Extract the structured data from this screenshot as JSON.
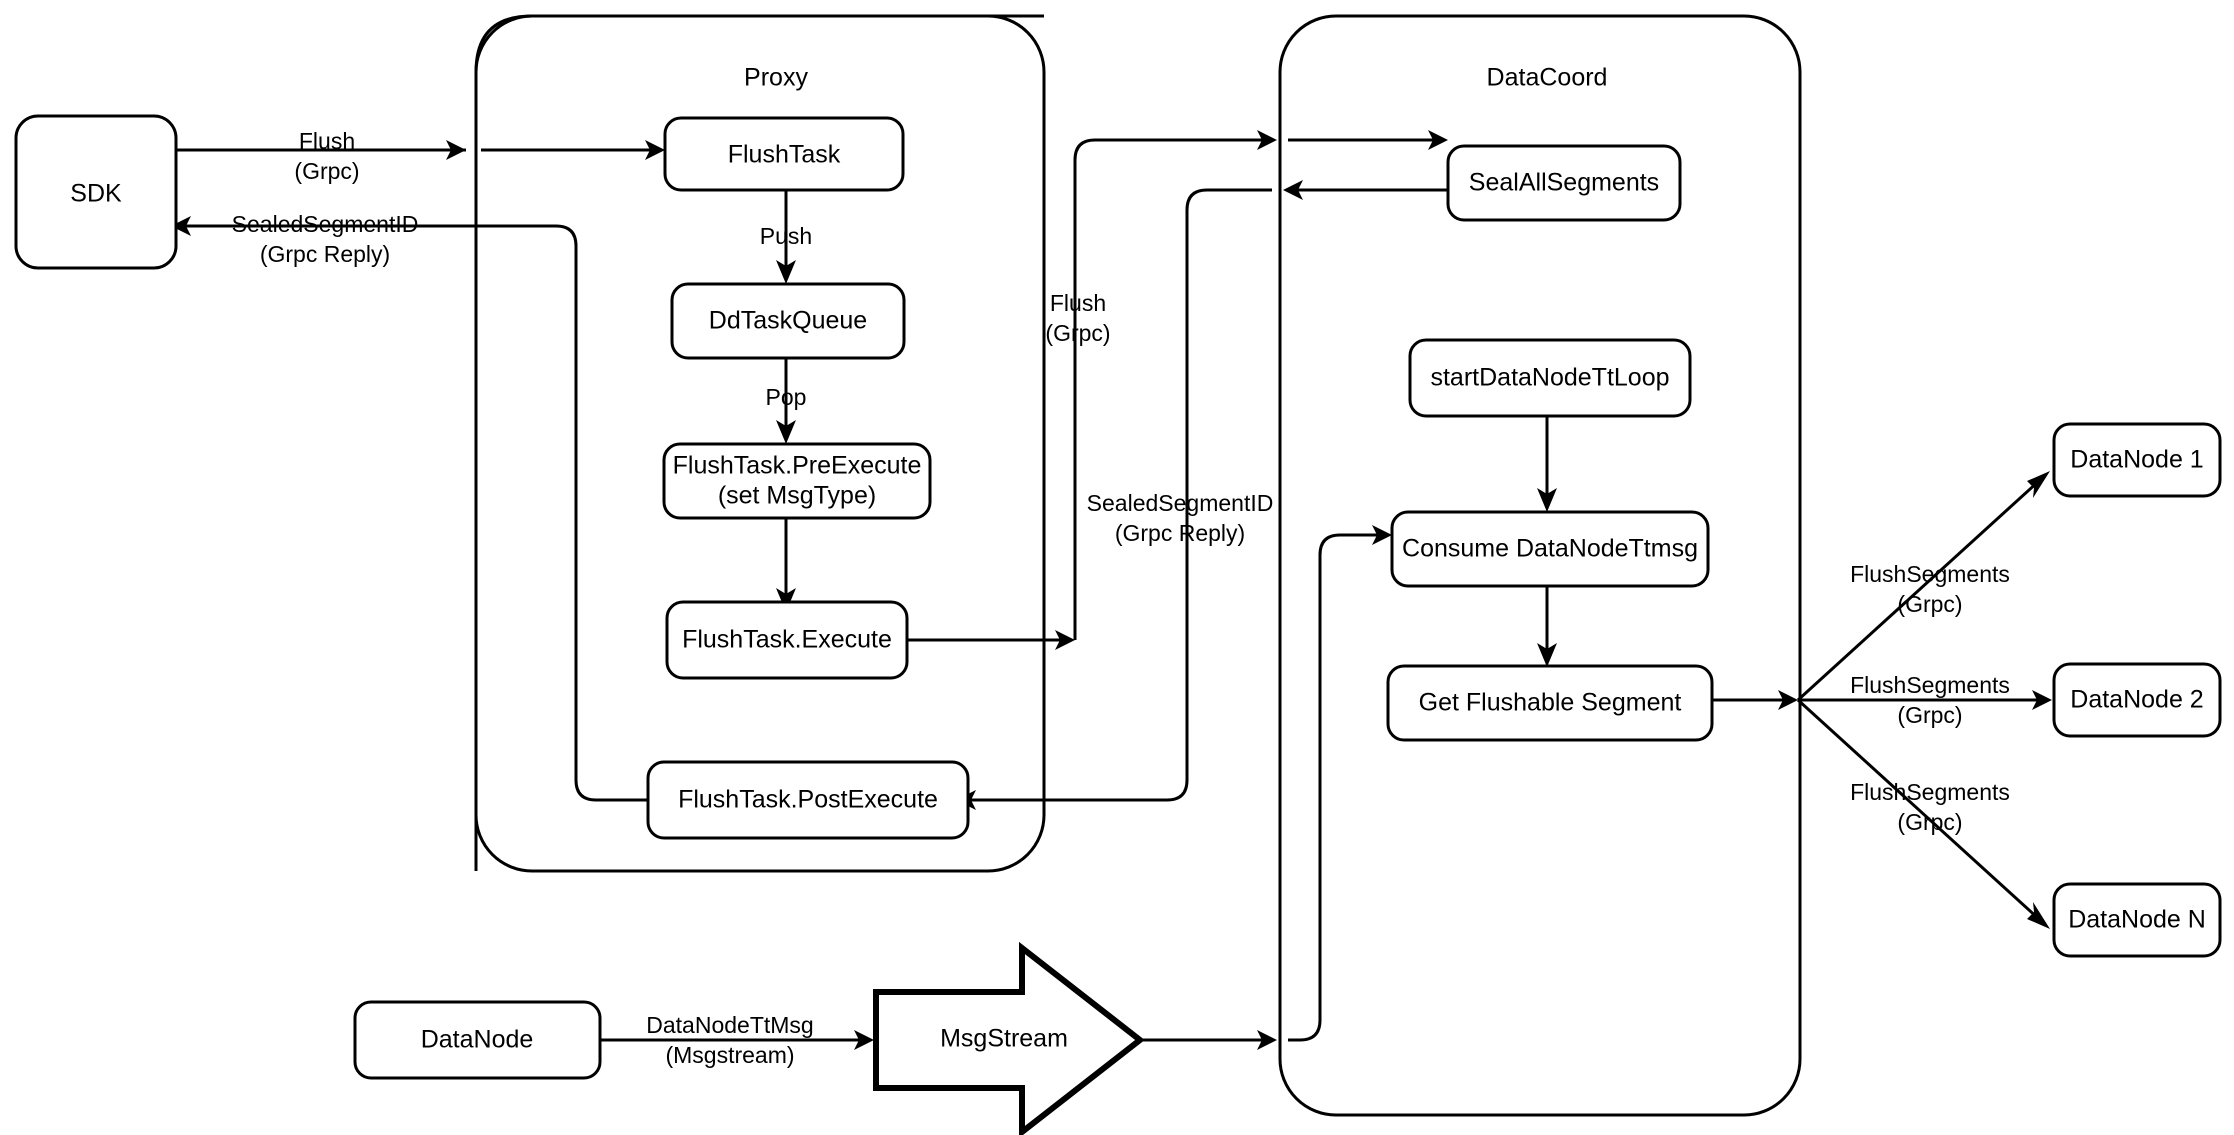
{
  "diagram": {
    "title": "Milvus Flush Sequence Flow",
    "background_color": "#ffffff",
    "stroke_color": "#000000",
    "containers": [
      {
        "id": "proxy",
        "label": "Proxy"
      },
      {
        "id": "datacoord",
        "label": "DataCoord"
      }
    ],
    "nodes": [
      {
        "id": "sdk",
        "label": "SDK"
      },
      {
        "id": "flushtask",
        "label": "FlushTask"
      },
      {
        "id": "ddtaskqueue",
        "label": "DdTaskQueue"
      },
      {
        "id": "preexecute_line1",
        "label": "FlushTask.PreExecute"
      },
      {
        "id": "preexecute_line2",
        "label": "(set MsgType)"
      },
      {
        "id": "execute",
        "label": "FlushTask.Execute"
      },
      {
        "id": "postexecute",
        "label": "FlushTask.PostExecute"
      },
      {
        "id": "sealallsegments",
        "label": "SealAllSegments"
      },
      {
        "id": "startdatanodettloop",
        "label": "startDataNodeTtLoop"
      },
      {
        "id": "consumedatanodettmsg",
        "label": "Consume DataNodeTtmsg"
      },
      {
        "id": "getflushablesegment",
        "label": "Get Flushable Segment"
      },
      {
        "id": "datanode1",
        "label": "DataNode 1"
      },
      {
        "id": "datanode2",
        "label": "DataNode 2"
      },
      {
        "id": "datanoden",
        "label": "DataNode N"
      },
      {
        "id": "datanode_bottom",
        "label": "DataNode"
      },
      {
        "id": "msgstream",
        "label": "MsgStream"
      }
    ],
    "edge_labels": [
      {
        "id": "flush_grpc_sdk",
        "line1": "Flush",
        "line2": "(Grpc)"
      },
      {
        "id": "sealedsegmentid_sdk",
        "line1": "SealedSegmentID",
        "line2": "(Grpc Reply)"
      },
      {
        "id": "push",
        "line1": "Push",
        "line2": ""
      },
      {
        "id": "pop",
        "line1": "Pop",
        "line2": ""
      },
      {
        "id": "flush_grpc_mid",
        "line1": "Flush",
        "line2": "(Grpc)"
      },
      {
        "id": "sealedsegmentid_mid",
        "line1": "SealedSegmentID",
        "line2": "(Grpc Reply)"
      },
      {
        "id": "flushsegments_1",
        "line1": "FlushSegments",
        "line2": "(Grpc)"
      },
      {
        "id": "flushsegments_2",
        "line1": "FlushSegments",
        "line2": "(Grpc)"
      },
      {
        "id": "flushsegments_n",
        "line1": "FlushSegments",
        "line2": "(Grpc)"
      },
      {
        "id": "datanodettmsg",
        "line1": "DataNodeTtMsg",
        "line2": "(Msgstream)"
      }
    ]
  }
}
